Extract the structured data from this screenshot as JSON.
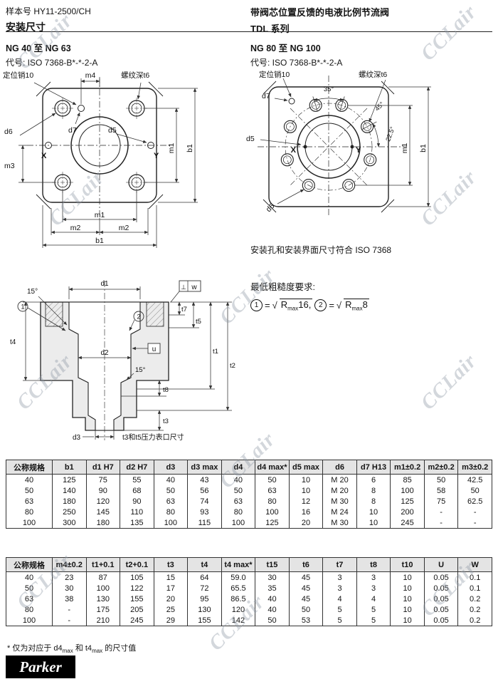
{
  "watermark": {
    "text": "CCLair"
  },
  "header": {
    "doc_number": "样本号 HY11-2500/CH",
    "doc_subtitle": "安装尺寸",
    "title": "带阀芯位置反馈的电液比例节流阀",
    "series": "TDL 系列"
  },
  "section_left": {
    "heading": "NG 40 至 NG 63",
    "code": "代号: ISO 7368-B*-*-2-A"
  },
  "section_right": {
    "heading": "NG 80 至 NG 100",
    "code": "代号: ISO 7368-B*-*-2-A",
    "iso_note": "安装孔和安装界面尺寸符合 ISO 7368"
  },
  "drawing_ng40": {
    "labels": {
      "pin": "定位销10",
      "m4": "m4",
      "thread": "螺纹深t6",
      "d7": "d7",
      "d6": "d6",
      "m3": "m3",
      "x": "X",
      "y": "Y",
      "d5": "d5",
      "m1_v": "m1",
      "b1_v": "b1",
      "m1_h": "m1",
      "m2_l": "m2",
      "m2_r": "m2",
      "b1_h": "b1"
    }
  },
  "drawing_ng80": {
    "labels": {
      "pin": "定位销10",
      "a35": "35°",
      "thread": "螺纹深t6",
      "d7": "d7",
      "d5": "d5",
      "a225": "22.5°",
      "a45": "45°",
      "m1": "m1",
      "b1": "b1",
      "x": "X",
      "y": "Y",
      "d6": "d6"
    }
  },
  "drawing_section": {
    "labels": {
      "a15_top": "15°",
      "c1": "1",
      "c2": "2",
      "d1": "d1",
      "perp": "⊥",
      "w": "w",
      "t7": "t7",
      "t5": "t5",
      "t4": "t4",
      "d2": "d2",
      "a15_mid": "15°",
      "u": "u",
      "t1": "t1",
      "t2": "t2",
      "t8": "t8",
      "t3": "t3",
      "d3": "d3"
    },
    "caption": "t3和t5压力表口尺寸"
  },
  "roughness": {
    "title": "最低粗糙度要求:",
    "callout1": "1",
    "eq1": "=",
    "root1_sym": "√",
    "root1_base": "R",
    "root1_sub": "max",
    "root1_val": "16,",
    "callout2": "2",
    "eq2": "=",
    "root2_sym": "√",
    "root2_base": "R",
    "root2_sub": "max",
    "root2_val": "8"
  },
  "table1": {
    "headers": [
      "公称规格",
      "b1",
      "d1 H7",
      "d2 H7",
      "d3",
      "d3 max",
      "d4",
      "d4 max*",
      "d5 max",
      "d6",
      "d7 H13",
      "m1±0.2",
      "m2±0.2",
      "m3±0.2"
    ],
    "rows": [
      [
        "40",
        "125",
        "75",
        "55",
        "40",
        "43",
        "40",
        "50",
        "10",
        "M 20",
        "6",
        "85",
        "50",
        "42.5"
      ],
      [
        "50",
        "140",
        "90",
        "68",
        "50",
        "56",
        "50",
        "63",
        "10",
        "M 20",
        "8",
        "100",
        "58",
        "50"
      ],
      [
        "63",
        "180",
        "120",
        "90",
        "63",
        "74",
        "63",
        "80",
        "12",
        "M 30",
        "8",
        "125",
        "75",
        "62.5"
      ],
      [
        "80",
        "250",
        "145",
        "110",
        "80",
        "93",
        "80",
        "100",
        "16",
        "M 24",
        "10",
        "200",
        "-",
        "-"
      ],
      [
        "100",
        "300",
        "180",
        "135",
        "100",
        "115",
        "100",
        "125",
        "20",
        "M 30",
        "10",
        "245",
        "-",
        "-"
      ]
    ]
  },
  "table2": {
    "headers": [
      "公称规格",
      "m4±0.2",
      "t1+0.1",
      "t2+0.1",
      "t3",
      "t4",
      "t4 max*",
      "t15",
      "t6",
      "t7",
      "t8",
      "t10",
      "U",
      "W"
    ],
    "rows": [
      [
        "40",
        "23",
        "87",
        "105",
        "15",
        "64",
        "59.0",
        "30",
        "45",
        "3",
        "3",
        "10",
        "0.05",
        "0.1"
      ],
      [
        "50",
        "30",
        "100",
        "122",
        "17",
        "72",
        "65.5",
        "35",
        "45",
        "3",
        "3",
        "10",
        "0.05",
        "0.1"
      ],
      [
        "63",
        "38",
        "130",
        "155",
        "20",
        "95",
        "86.5",
        "40",
        "45",
        "4",
        "4",
        "10",
        "0.05",
        "0.2"
      ],
      [
        "80",
        "-",
        "175",
        "205",
        "25",
        "130",
        "120",
        "40",
        "50",
        "5",
        "5",
        "10",
        "0.05",
        "0.2"
      ],
      [
        "100",
        "-",
        "210",
        "245",
        "29",
        "155",
        "142",
        "50",
        "53",
        "5",
        "5",
        "10",
        "0.05",
        "0.2"
      ]
    ]
  },
  "footnote": {
    "pre": "* 仅为对应于 d4",
    "sub1": "max",
    "mid": " 和 t4",
    "sub2": "max",
    "post": " 的尺寸值"
  },
  "footer": {
    "logo": "Parker"
  }
}
